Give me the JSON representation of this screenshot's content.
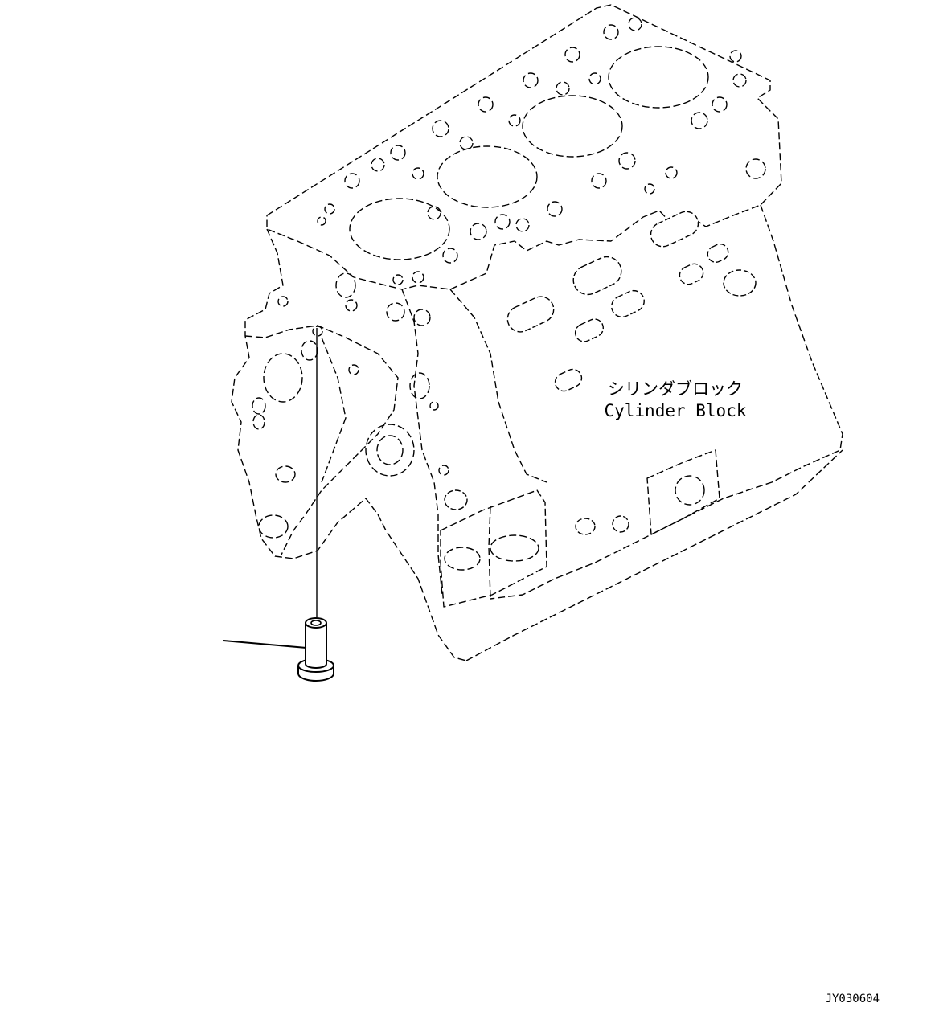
{
  "labels": {
    "part_name_jp": "シリンダブロック",
    "part_name_en": "Cylinder Block"
  },
  "drawing_number": "JY030604",
  "icons": {
    "block": "cylinder-block-icon",
    "pin": "dowel-pin-icon"
  },
  "colors": {
    "line": "#000000",
    "background": "#ffffff"
  }
}
